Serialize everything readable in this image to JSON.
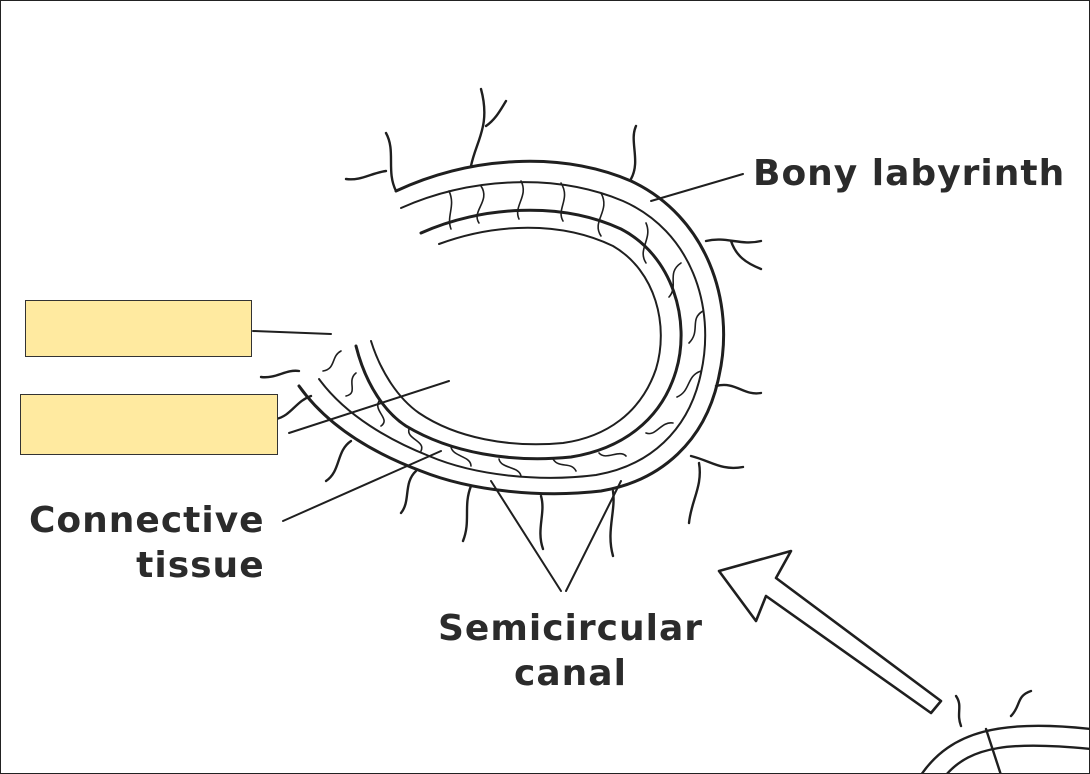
{
  "labels": {
    "bony_labyrinth": "Bony labyrinth",
    "connective_tissue_line1": "Connective",
    "connective_tissue_line2": "tissue",
    "semicircular_canal_line1": "Semicircular",
    "semicircular_canal_line2": "canal"
  },
  "colors": {
    "label_box_fill": "#ffeaa0",
    "line_ink": "#1f1f1f"
  }
}
